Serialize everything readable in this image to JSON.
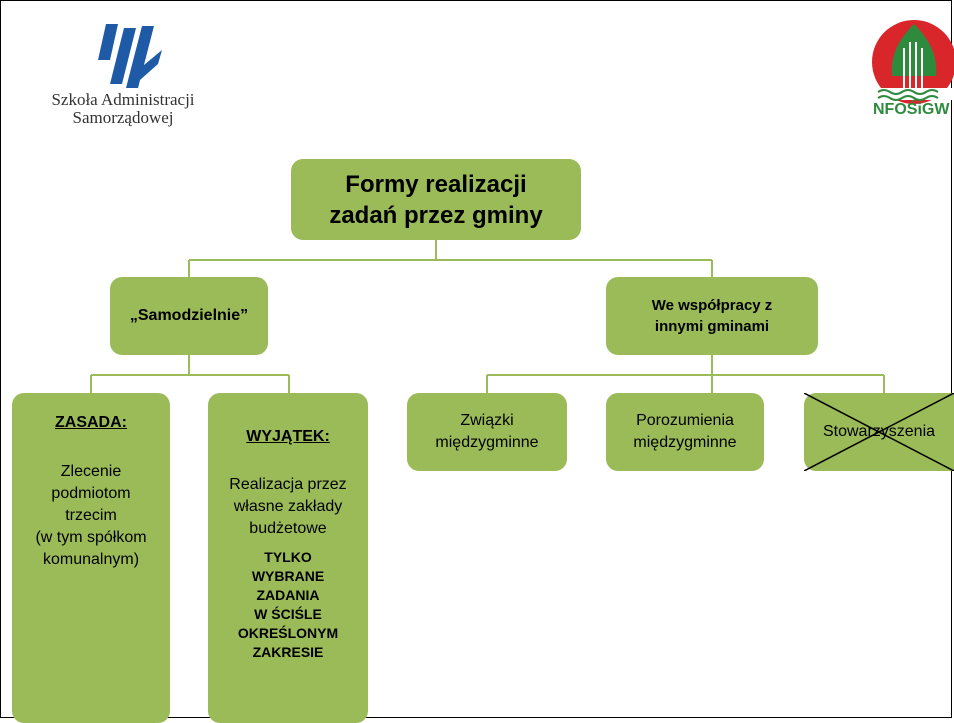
{
  "logos": {
    "left_text_line1": "Szkoła Administracji",
    "left_text_line2": "Samorządowej",
    "right_text": "NFOŚiGW"
  },
  "diagram": {
    "root": {
      "line1": "Formy realizacji",
      "line2": "zadań przez gminy"
    },
    "left_branch": "„Samodzielnie”",
    "right_branch": {
      "line1": "We współpracy z",
      "line2": "innymi gminami"
    },
    "zasada": {
      "heading": "ZASADA:",
      "lines": [
        "Zlecenie",
        "podmiotom",
        "trzecim",
        "(w tym spółkom",
        "komunalnym)"
      ]
    },
    "wyjatek": {
      "heading": "WYJĄTEK:",
      "lines": [
        "Realizacja przez",
        "własne zakłady",
        "budżetowe"
      ],
      "bold_lines": [
        "TYLKO",
        "WYBRANE",
        "ZADANIA",
        "W ŚCIŚLE",
        "OKREŚLONYM",
        "ZAKRESIE"
      ]
    },
    "zwiazki": {
      "line1": "Związki",
      "line2": "międzygminne"
    },
    "porozumienia": {
      "line1": "Porozumienia",
      "line2": "międzygminne"
    },
    "stowarzyszenia": "Stowarzyszenia"
  },
  "colors": {
    "node_fill": "#9bbb59",
    "line": "#9bbb59",
    "logo_blue": "#1f5aa6",
    "logo_red": "#d9262a",
    "logo_green": "#2e8b3e"
  }
}
